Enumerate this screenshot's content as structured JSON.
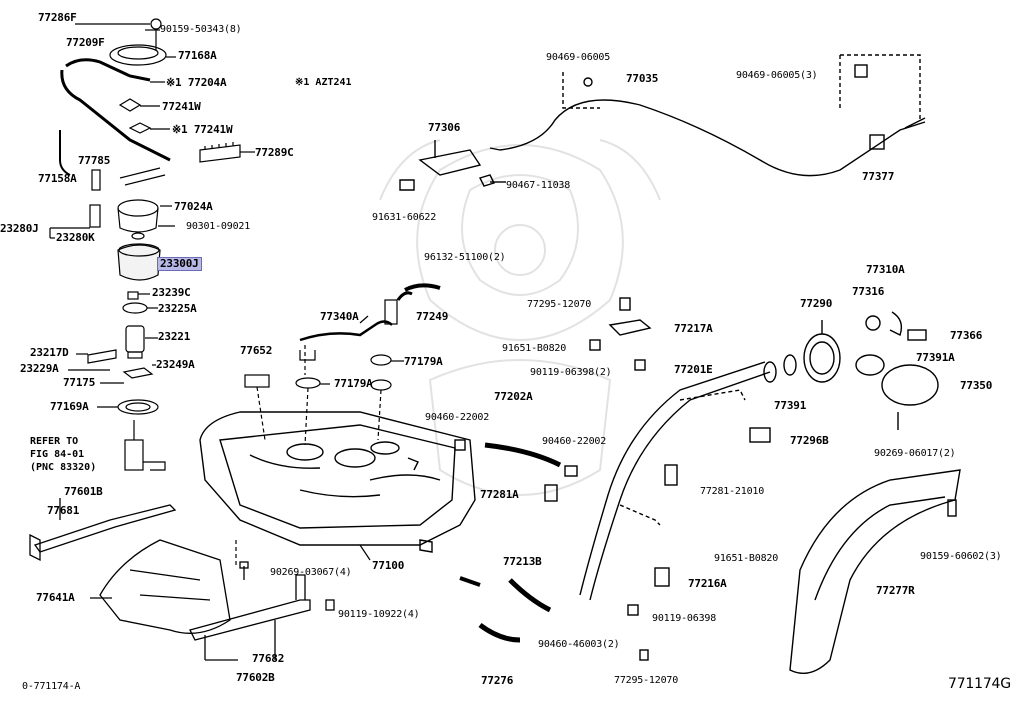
{
  "diagram": {
    "figure_id": "771174G",
    "corner_ref": "0-771174-A",
    "condition_note": "※1 AZT241",
    "refer_note": [
      "REFER TO",
      "FIG 84-01",
      "(PNC 83320)"
    ],
    "highlighted_part": "23300J",
    "parts": {
      "p77286F": "77286F",
      "p90159_50343": "90159-50343(8)",
      "p77209F": "77209F",
      "p77168A": "77168A",
      "p77204A": "※1 77204A",
      "p77241W": "77241W",
      "p77241W_b": "※1 77241W",
      "p77289C": "77289C",
      "p77158A": "77158A",
      "p77785": "77785",
      "p77024A": "77024A",
      "p90301": "90301-09021",
      "p23280J": "23280J",
      "p23280K": "23280K",
      "p23300J": "23300J",
      "p23239C": "23239C",
      "p23225A": "23225A",
      "p23221": "23221",
      "p23217D": "23217D",
      "p23249A": "23249A",
      "p23229A": "23229A",
      "p77175": "77175",
      "p77169A": "77169A",
      "p77601B": "77601B",
      "p77681": "77681",
      "p77641A": "77641A",
      "p90269_03067": "90269-03067(4)",
      "p90119_10922": "90119-10922(4)",
      "p77682": "77682",
      "p77602B": "77602B",
      "p77100": "77100",
      "p77652": "77652",
      "p77340A": "77340A",
      "p77179A_top": "77179A",
      "p77179A_low": "77179A",
      "p77306": "77306",
      "p91631": "91631-60622",
      "p90467": "90467-11038",
      "p90469_06005": "90469-06005",
      "p77035": "77035",
      "p90469_06005_3": "90469-06005(3)",
      "p77377": "77377",
      "p96132": "96132-51100(2)",
      "p77249": "77249",
      "p77295_12070_top": "77295-12070",
      "p77217A": "77217A",
      "p91651_top": "91651-B0820",
      "p90119_06398_2": "90119-06398(2)",
      "p77201E": "77201E",
      "p77202A": "77202A",
      "p90460_22002_a": "90460-22002",
      "p90460_22002_b": "90460-22002",
      "p77281A": "77281A",
      "p77281_21010": "77281-21010",
      "p77213B": "77213B",
      "p90460_46003": "90460-46003(2)",
      "p77276": "77276",
      "p91651_low": "91651-B0820",
      "p77216A": "77216A",
      "p90119_06398": "90119-06398",
      "p77295_12070_low": "77295-12070",
      "p77310A": "77310A",
      "p77316": "77316",
      "p77290": "77290",
      "p77366": "77366",
      "p77391A": "77391A",
      "p77391": "77391",
      "p77350": "77350",
      "p77296B": "77296B",
      "p90269_06017": "90269-06017(2)",
      "p90159_60602": "90159-60602(3)",
      "p77277R": "77277R"
    }
  }
}
